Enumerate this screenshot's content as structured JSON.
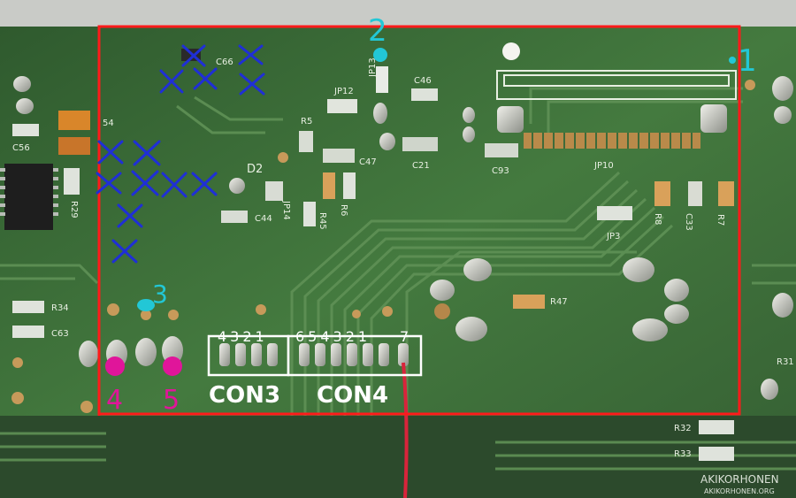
{
  "silkscreen": {
    "c66": "C66",
    "jp13": "JP13",
    "c46": "C46",
    "jp12": "JP12",
    "r5": "R5",
    "c47": "C47",
    "c21": "C21",
    "c93": "C93",
    "jp10": "JP10",
    "d2": "D2",
    "c44": "C44",
    "jp14": "JP14",
    "r45": "R45",
    "r6": "R6",
    "r8": "R8",
    "c33": "C33",
    "r7": "R7",
    "jp3": "JP3",
    "r47": "R47",
    "c54": "54",
    "c56": "C56",
    "r29": "R29",
    "r34": "R34",
    "c63": "C63",
    "r31": "R31",
    "r32": "R32",
    "r33": "R33"
  },
  "annotations": {
    "marker1": "1",
    "marker2": "2",
    "marker3": "3",
    "marker4": "4",
    "marker5": "5",
    "con3_label": "CON3",
    "con4_label": "CON4",
    "con3_pins": "4321",
    "con4_pins": "654321",
    "con4_pin7": "7"
  },
  "watermark": {
    "name": "AKIKORHONEN",
    "site": "AKIKORHONEN.ORG"
  },
  "colors": {
    "board": "#3f6b3a",
    "outline": "#ff1a1a",
    "cyan": "#22c7d6",
    "magenta": "#e0159a",
    "cross": "#1f2fd6",
    "wire": "#d8243b"
  }
}
